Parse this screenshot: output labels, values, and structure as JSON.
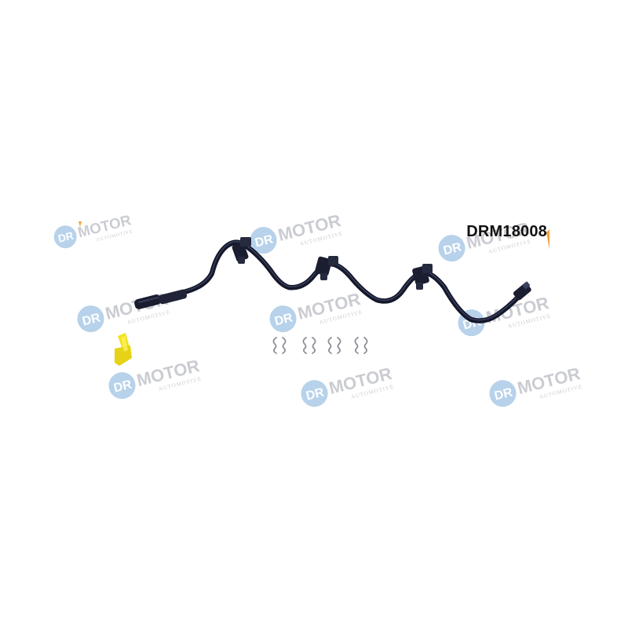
{
  "product": {
    "part_number": "DRM18008"
  },
  "watermark": {
    "brand_badge": "DR",
    "brand_name": "MOTOR",
    "brand_subline": "AUTOMOTIVE",
    "badge_color": "#9fc3e3",
    "text_color": "#b9bcc4"
  },
  "colors": {
    "hose": "#15182a",
    "hose_highlight": "#4a5378",
    "cap": "#f2e21a",
    "clip": "#8c8f98",
    "accent_orange": "#f0a23c"
  },
  "components": {
    "hose_assembly": "fuel-leak-off-hose",
    "cap": "yellow-protective-cap",
    "clips_count": 4
  }
}
